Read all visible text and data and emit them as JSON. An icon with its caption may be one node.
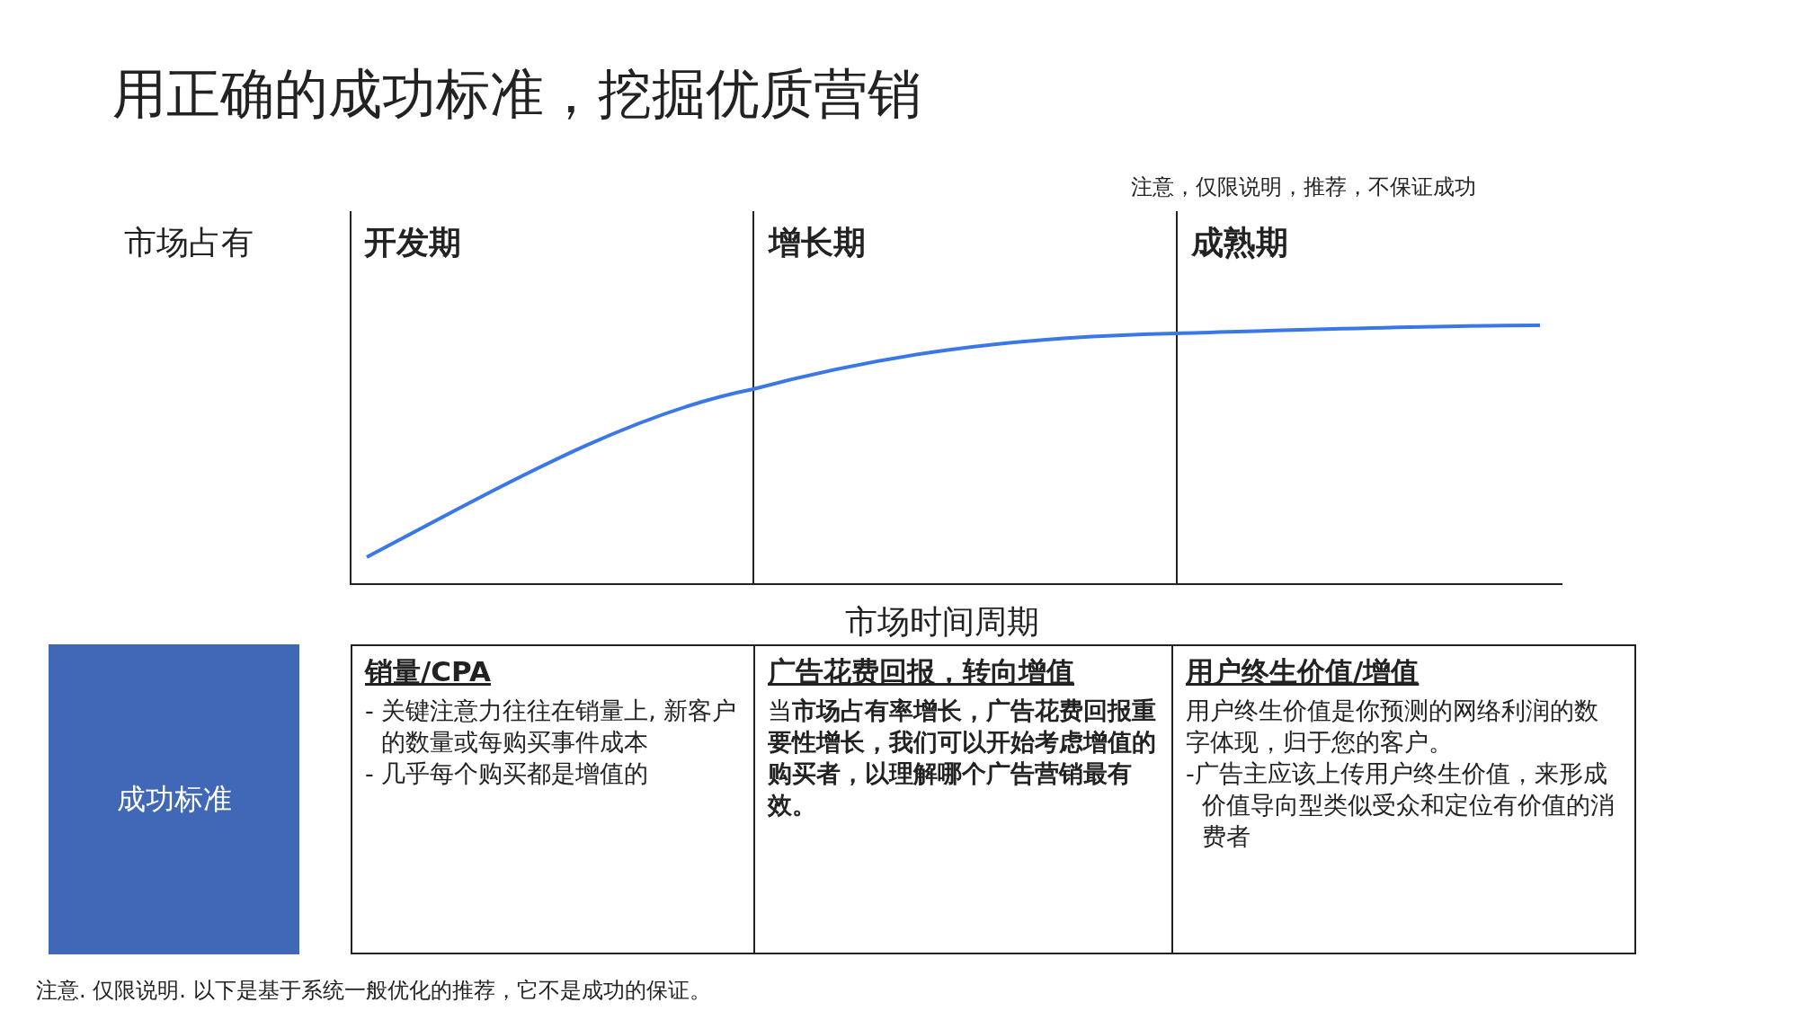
{
  "diagram": {
    "title": "用正确的成功标准，挖掘优质营销",
    "nodes": [
      {
        "text": [
          "成功标准"
        ]
      },
      {
        "text": [
          "销量/CPA",
          "- 关键注意力往往在销量上, 新客户的数量或每购买事件成本",
          "- 几乎每个购买都是增值的"
        ]
      },
      {
        "text": [
          "广告花费回报，转向增值",
          "当**市场占有率增长，广告花费回报重要性增长，我们可以开始考虑增值的购买者，以理解哪个广告营销最有效。**"
        ]
      },
      {
        "text": [
          "用户终生价值/增值",
          "用户终生价值是你预测的网络利润的数字体现，归于您的客户。",
          "-广告主应该上传用户终生价值，来形成价值导向型类似受众和定位有价值的消费者"
        ]
      }
    ],
    "edges": [],
    "labels": [
      "注意，仅限说明，推荐，不保证成功",
      "市场占有",
      "开发期",
      "增长期",
      "成熟期",
      "市场时间周期",
      "注意. 仅限说明. 以下是基于系统一般优化的推荐，它不是成功的保证。"
    ]
  }
}
